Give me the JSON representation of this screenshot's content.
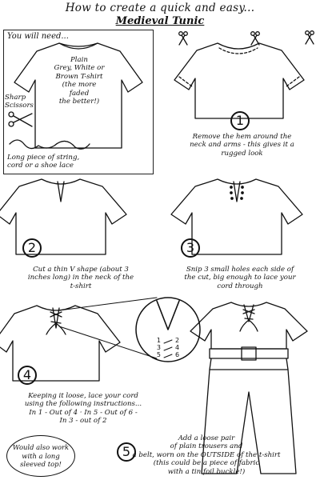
{
  "title": {
    "line1": "How to create a quick and easy...",
    "line2": "Medieval Tunic"
  },
  "materials": {
    "heading": "You will need...",
    "tshirt_lines": [
      "Plain",
      "Grey, White or",
      "Brown T-shirt",
      "(the more faded",
      "the better!)"
    ],
    "scissors_lines": [
      "Sharp",
      "Scissors"
    ],
    "string_lines": [
      "Long piece of string,",
      "cord or a shoe lace"
    ]
  },
  "steps": [
    {
      "number": "1",
      "lines": [
        "Remove the hem around the",
        "neck and arms - this gives it a",
        "rugged look"
      ]
    },
    {
      "number": "2",
      "lines": [
        "Cut a thin V shape (about 3",
        "inches long) in the neck of the",
        "t-shirt"
      ]
    },
    {
      "number": "3",
      "lines": [
        "Snip 3 small holes each side of",
        "the cut, big enough to lace your",
        "cord through"
      ]
    },
    {
      "number": "4",
      "lines": [
        "Keeping it loose, lace your cord",
        "using the following instructions...",
        "In 1 - Out of 4  · In 5 - Out of 6 -",
        "In 3 - out of 2"
      ]
    },
    {
      "number": "5",
      "lines": [
        "Add a loose pair",
        "of plain trousers and",
        "a belt, worn on the OUTSIDE of the t-shirt",
        "(this could be a piece of fabric",
        "with a tin foil buckle!)"
      ]
    }
  ],
  "lacing_labels": {
    "left": [
      "1",
      "3",
      "5"
    ],
    "right": [
      "2",
      "4",
      "6"
    ]
  },
  "note_lines": [
    "Would also work",
    "with a long",
    "sleeved top!"
  ]
}
